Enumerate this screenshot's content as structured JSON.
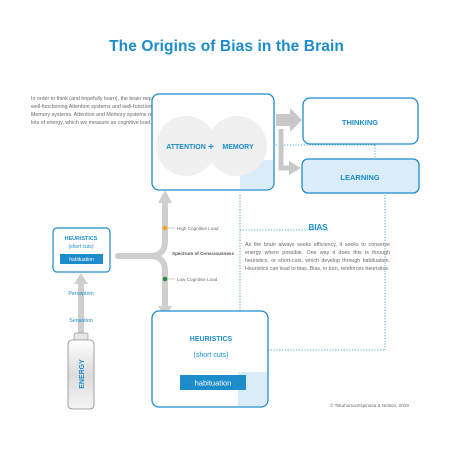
{
  "title": "The Origins of Bias in the Brain",
  "intro": "In order to think (and hopefully learn), the brain requires well-functioning Attention systems and well-functioning Memory systems. Attention and Memory systems require lots of energy, which we measure as cognitive load.",
  "attention_label": "ATTENTION",
  "plus_label": "+",
  "memory_label": "MEMORY",
  "thinking_label": "THINKING",
  "learning_label": "LEARNING",
  "bias_title": "BIAS",
  "bias_body": "As the brain always seeks efficiency, it seeks to conserve energy where possible. One way it does this is through heuristics, or short-cuts, which develop through habituation. Heuristics can lead to bias. Bias, in turn, reinforces heuristics.",
  "high_load_label": "High Cognitive Load",
  "low_load_label": "Low Cognitive Load",
  "spectrum_label": "Spectrum of Consciousness",
  "small_heuristics": {
    "title": "HEURISTICS",
    "subtitle": "(short cuts)",
    "badge": "habituation"
  },
  "large_heuristics": {
    "title": "HEURISTICS",
    "subtitle": "(short cuts)",
    "badge": "habituation"
  },
  "perception_label": "Perception",
  "sensation_label": "Sensation",
  "energy_label": "ENERGY",
  "copyright": "© Tokuhama-Espinosa & Nelson, 2019",
  "colors": {
    "accent_blue": "#1d8ccb",
    "light_blue": "#d9ecf8",
    "gray_arrow": "#c8c8c8",
    "high_dot": "#f0a020",
    "low_dot": "#2f8a3a"
  }
}
